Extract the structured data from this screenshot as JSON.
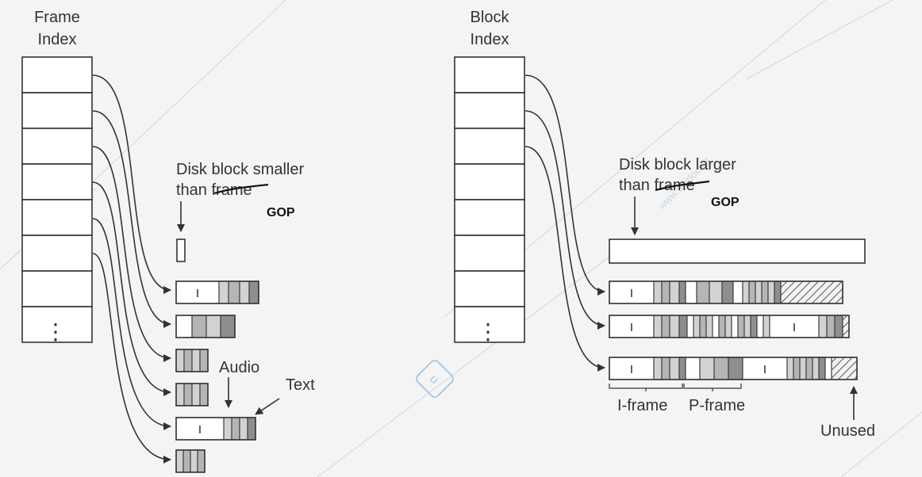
{
  "left": {
    "index_title": [
      "Frame",
      "Index"
    ],
    "note": [
      "Disk block smaller",
      "than frame"
    ],
    "note_struck": "frame",
    "handwritten": "GOP",
    "frame_letter": "I",
    "dots": "⋮",
    "audio_label": "Audio",
    "text_label": "Text"
  },
  "right": {
    "index_title": [
      "Block",
      "Index"
    ],
    "note": [
      "Disk block larger",
      "than frame"
    ],
    "note_struck": "frame",
    "handwritten": "GOP",
    "frame_letter": "I",
    "dots": "⋮",
    "iframe_label": "I-frame",
    "pframe_label": "P-frame",
    "unused_label": "Unused"
  },
  "watermark": "www.unidocs.it",
  "colors": {
    "background": "#f4f4f4",
    "cell_fill": "#ffffff",
    "gray_dark": "#8e8e8e",
    "gray_mid": "#b5b5b5",
    "gray_light": "#d2d2d2",
    "stroke": "#333333",
    "watermark": "#a9c9e6"
  }
}
